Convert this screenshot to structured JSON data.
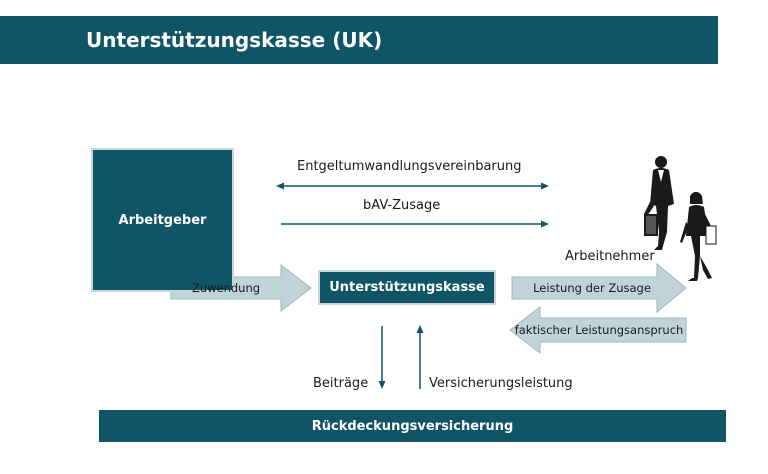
{
  "header": {
    "title": "Unterstützungskasse (UK)"
  },
  "nodes": {
    "employer": "Arbeitgeber",
    "employee": "Arbeitnehmer",
    "support_fund": "Unterstützungskasse",
    "reinsurance": "Rückdeckungsversicherung"
  },
  "edges": {
    "salary_conversion": "Entgeltumwandlungsvereinbarung",
    "bav_commitment": "bAV-Zusage",
    "allocation": "Zuwendung",
    "benefit_payment": "Leistung der Zusage",
    "factual_claim": "faktischer Leistungsanspruch",
    "contributions": "Beiträge",
    "insurance_benefit": "Versicherungsleistung"
  },
  "colors": {
    "primary": "#0f5565",
    "arrow_fill": "#bfd3d9",
    "arrow_stroke": "#9fb7bf"
  }
}
